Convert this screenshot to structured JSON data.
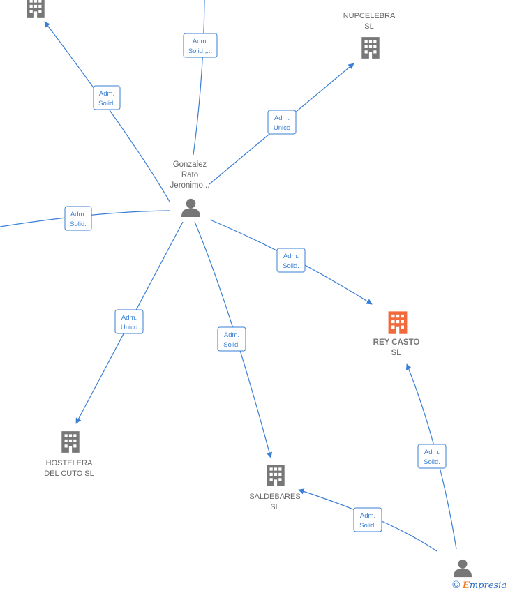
{
  "nodes": {
    "person_main": {
      "label_lines": [
        "Gonzalez",
        "Rato",
        "Jeronimo..."
      ],
      "kind": "person"
    },
    "company_top_left": {
      "label_lines": [],
      "kind": "company"
    },
    "nupcelebra": {
      "label_lines": [
        "NUPCELEBRA",
        "SL"
      ],
      "kind": "company"
    },
    "rey_casto": {
      "label_lines": [
        "REY CASTO",
        "SL"
      ],
      "kind": "company-highlight"
    },
    "hostelera": {
      "label_lines": [
        "HOSTELERA",
        "DEL CUTO SL"
      ],
      "kind": "company"
    },
    "saldebares": {
      "label_lines": [
        "SALDEBARES",
        "SL"
      ],
      "kind": "company"
    },
    "person_bottom_right": {
      "label_lines": [],
      "kind": "person"
    }
  },
  "edges": [
    {
      "id": "e1",
      "label_lines": [
        "Adm.",
        "Solid."
      ]
    },
    {
      "id": "e2",
      "label_lines": [
        "Adm.",
        "Solid.,..."
      ]
    },
    {
      "id": "e3",
      "label_lines": [
        "Adm.",
        "Unico"
      ]
    },
    {
      "id": "e4",
      "label_lines": [
        "Adm.",
        "Solid."
      ]
    },
    {
      "id": "e5",
      "label_lines": [
        "Adm.",
        "Solid."
      ]
    },
    {
      "id": "e6",
      "label_lines": [
        "Adm.",
        "Unico"
      ]
    },
    {
      "id": "e7",
      "label_lines": [
        "Adm.",
        "Solid."
      ]
    },
    {
      "id": "e8",
      "label_lines": [
        "Adm.",
        "Solid."
      ]
    },
    {
      "id": "e9",
      "label_lines": [
        "Adm.",
        "Solid."
      ]
    }
  ],
  "colors": {
    "edge": "#3a7fd5",
    "company_icon": "#777777",
    "company_highlight": "#f26a3b",
    "person_icon": "#777777"
  },
  "icons": {
    "company": "building-icon",
    "person": "person-icon"
  },
  "watermark": {
    "symbol": "©",
    "brand_initial": "E",
    "brand_rest": "mpresia"
  }
}
